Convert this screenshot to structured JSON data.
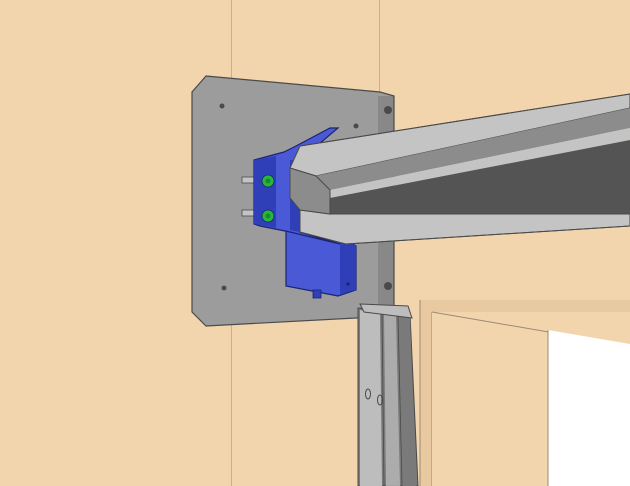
{
  "scene": {
    "kind": "3d-cad-render",
    "colors": {
      "background": "#ffffff",
      "wall": "#f2d5ad",
      "wall_shade": "#e8c9a0",
      "wall_edge": "#9a8a76",
      "plate": "#9c9c9c",
      "plate_edge": "#4a4a4a",
      "bracket": "#4a5ad6",
      "bracket_dark": "#2f3fb8",
      "bracket_edge": "#1a2470",
      "screw_head": "#27b83a",
      "beam_light": "#c4c4c4",
      "beam_mid": "#8c8c8c",
      "beam_dark": "#545454",
      "rail_light": "#bdbdbd",
      "rail_dark": "#7a7a7a",
      "opening": "#ffffff"
    },
    "components": [
      "wall-panel-left",
      "wall-panel-right",
      "mounting-plate",
      "blue-bracket",
      "blue-motor-box",
      "green-screw-upper",
      "green-screw-lower",
      "steel-beam",
      "vertical-guide-rail",
      "door-opening"
    ]
  }
}
